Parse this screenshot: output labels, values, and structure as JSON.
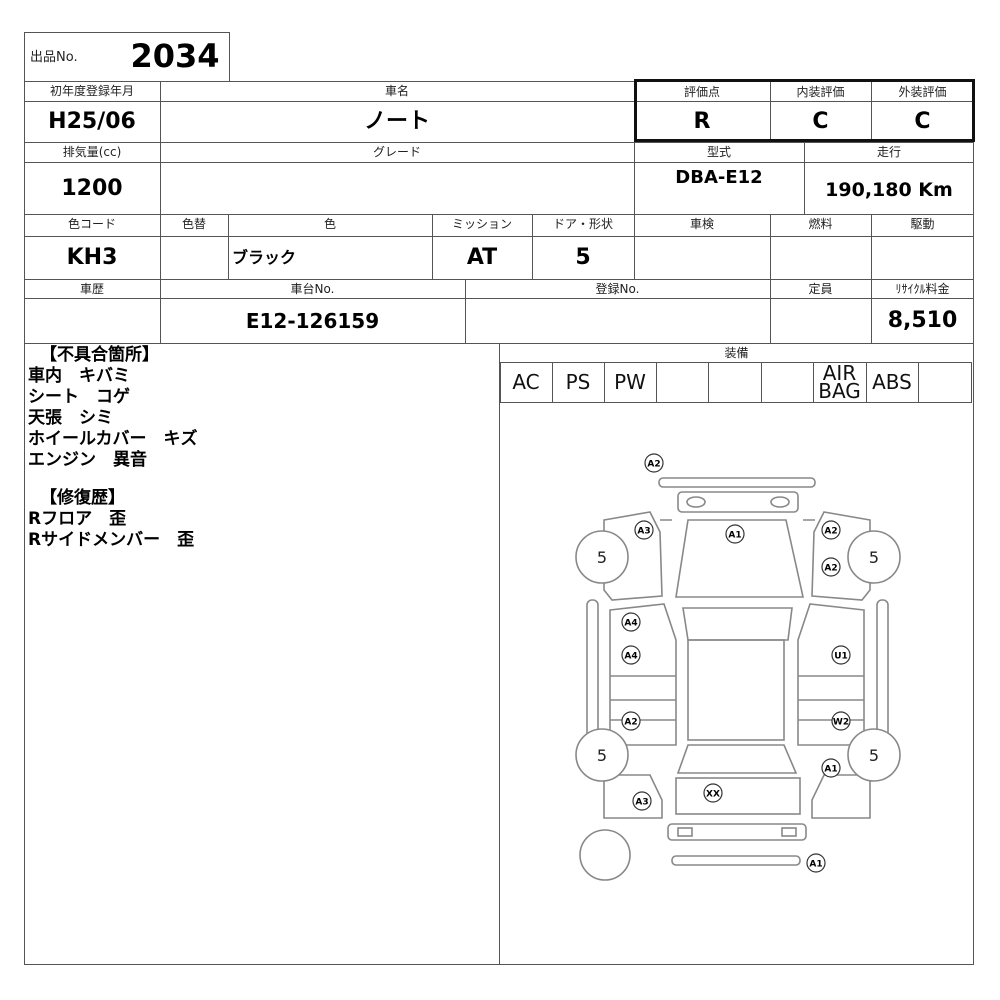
{
  "lot": {
    "label": "出品No.",
    "number": "2034"
  },
  "row1": {
    "reg_label": "初年度登録年月",
    "reg_value": "H25/06",
    "name_label": "車名",
    "name_value": "ノート",
    "score_label": "評価点",
    "score_value": "R",
    "interior_label": "内装評価",
    "interior_value": "C",
    "exterior_label": "外装評価",
    "exterior_value": "C"
  },
  "row2": {
    "disp_label": "排気量(cc)",
    "disp_value": "1200",
    "grade_label": "グレード",
    "grade_value": "",
    "model_label": "型式",
    "model_value": "DBA-E12",
    "mileage_label": "走行",
    "mileage_value": "190,180 Km"
  },
  "row3": {
    "colorcode_label": "色コード",
    "colorcode_value": "KH3",
    "colorchange_label": "色替",
    "colorchange_value": "",
    "color_label": "色",
    "color_value": "ブラック",
    "mission_label": "ミッション",
    "mission_value": "AT",
    "door_label": "ドア・形状",
    "door_value": "5",
    "inspection_label": "車検",
    "inspection_value": "",
    "fuel_label": "燃料",
    "fuel_value": "",
    "drive_label": "駆動",
    "drive_value": ""
  },
  "row4": {
    "history_label": "車歴",
    "history_value": "",
    "chassis_label": "車台No.",
    "chassis_value": "E12-126159",
    "regno_label": "登録No.",
    "regno_value": "",
    "capacity_label": "定員",
    "capacity_value": "",
    "recycle_label": "ﾘｻｲｸﾙ料金",
    "recycle_value": "8,510"
  },
  "notes": [
    "【不具合箇所】",
    "車内　キバミ",
    "シート　コゲ",
    "天張　シミ",
    "ホイールカバー　キズ",
    "エンジン　異音",
    "",
    "【修復歴】",
    "Rフロア　歪",
    "Rサイドメンバー　歪"
  ],
  "equipment": {
    "label": "装備",
    "items": [
      "AC",
      "PS",
      "PW",
      "",
      "",
      "",
      "AIR\nBAG",
      "ABS",
      ""
    ]
  },
  "diagram": {
    "tire_value": "5",
    "marks": [
      "A2",
      "A3",
      "A1",
      "A2",
      "A2",
      "A4",
      "A4",
      "U1",
      "A2",
      "W2",
      "A1",
      "A3",
      "XX",
      "A1"
    ]
  }
}
